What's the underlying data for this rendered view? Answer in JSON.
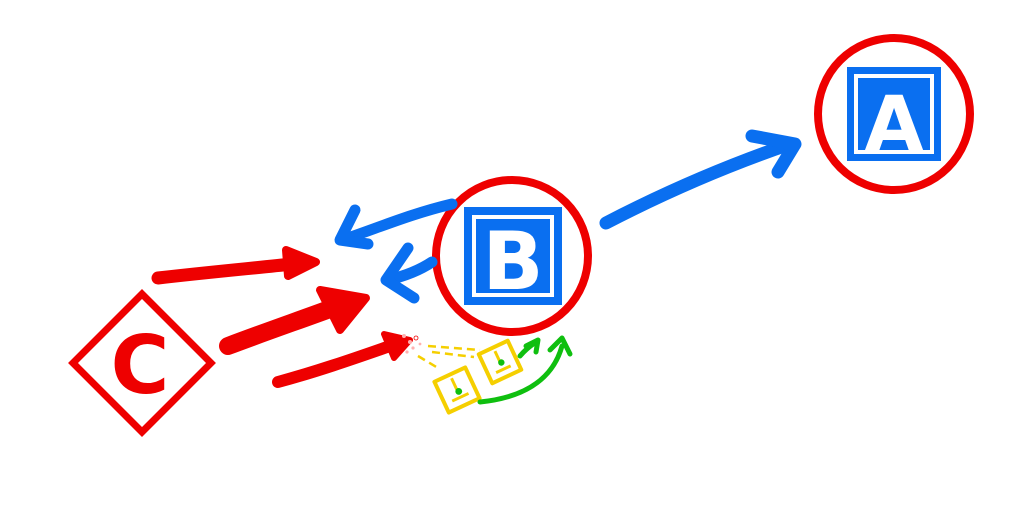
{
  "nodes": {
    "a": {
      "label": "A"
    },
    "b": {
      "label": "B"
    },
    "c": {
      "label": "C"
    }
  },
  "colors": {
    "red": "#ee0000",
    "blue": "#0a6ff0",
    "yellow": "#f5cf00",
    "green": "#0fbf0f",
    "white": "#ffffff"
  }
}
